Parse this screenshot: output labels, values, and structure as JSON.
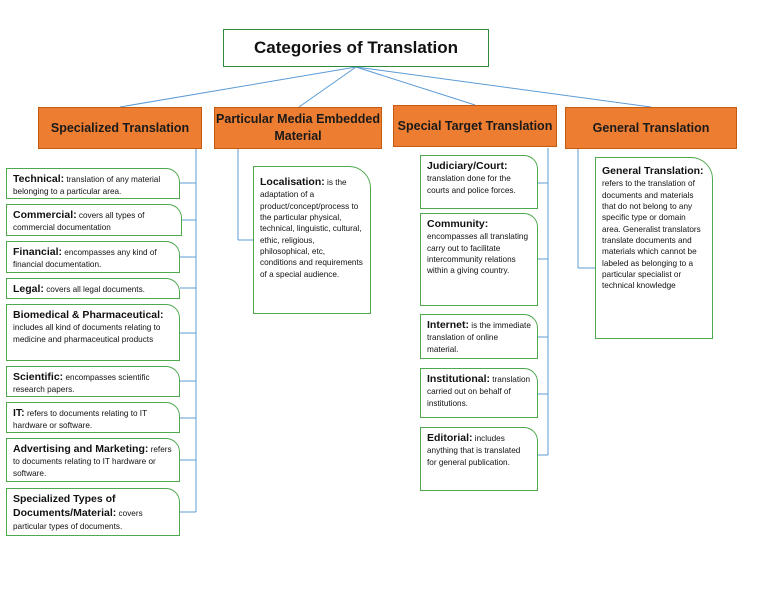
{
  "title": "Categories of Translation",
  "categories": [
    {
      "label": "Specialized Translation"
    },
    {
      "label": "Particular Media Embedded Material"
    },
    {
      "label": "Special Target Translation"
    },
    {
      "label": "General Translation"
    }
  ],
  "specialized": [
    {
      "head": "Technical:",
      "text": " translation of any material belonging to a particular area."
    },
    {
      "head": "Commercial:",
      "text": " covers all types of commercial documentation"
    },
    {
      "head": "Financial:",
      "text": " encompasses any kind of financial documentation."
    },
    {
      "head": "Legal:",
      "text": " covers all legal documents."
    },
    {
      "head": "Biomedical & Pharmaceutical:",
      "text": " includes all kind of documents relating to medicine and pharmaceutical products"
    },
    {
      "head": "Scientific:",
      "text": " encompasses scientific research papers."
    },
    {
      "head": "IT:",
      "text": " refers to documents relating to IT hardware or software."
    },
    {
      "head": "Advertising and Marketing:",
      "text": " refers to documents relating to IT hardware or software."
    },
    {
      "head": "Specialized Types of Documents/Material:",
      "text": " covers particular types of documents."
    }
  ],
  "media": [
    {
      "head": "Localisation:",
      "text": " is the adaptation of a product/concept/process to the particular physical, technical, linguistic, cultural, ethic, religious, philosophical, etc, conditions and requirements of a special audience."
    }
  ],
  "target": [
    {
      "head": "Judiciary/Court:",
      "text": " translation done for the courts and police forces."
    },
    {
      "head": "Community:",
      "text": " encompasses all translating carry out to facilitate intercommunity relations within a giving country."
    },
    {
      "head": "Internet:",
      "text": " is the immediate translation of online material."
    },
    {
      "head": "Institutional:",
      "text": " translation carried out on behalf of institutions."
    },
    {
      "head": "Editorial:",
      "text": " includes anything that is translated for general publication."
    }
  ],
  "general": [
    {
      "head": "General Translation:",
      "text": " refers to the translation of documents and materials that do not belong to any specific type or domain area. Generalist translators translate documents and materials which cannot be labeled as belonging to a particular specialist or technical knowledge"
    }
  ],
  "colors": {
    "category_fill": "#ed7d31",
    "card_border": "#4ea94e",
    "connector": "#5b9bd5"
  }
}
